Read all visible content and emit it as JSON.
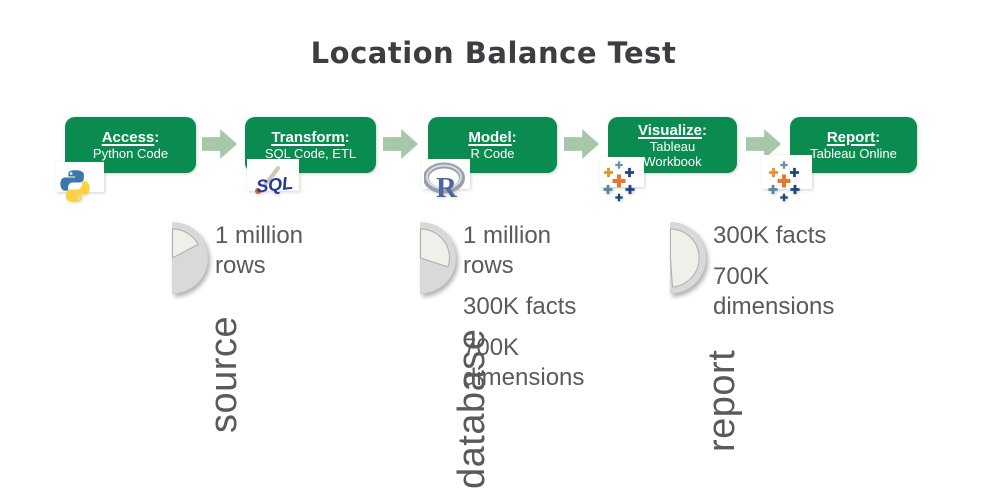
{
  "title": "Location Balance Test",
  "pipeline": {
    "colon": ":",
    "steps": [
      {
        "label": "Access",
        "sub": "Python Code",
        "icon": "python-icon"
      },
      {
        "label": "Transform",
        "sub": "SQL Code, ETL",
        "icon": "sql-icon"
      },
      {
        "label": "Model",
        "sub": "R Code",
        "icon": "r-logo-icon"
      },
      {
        "label": "Visualize",
        "sub": "Tableau\nWorkbook",
        "icon": "tableau-icon"
      },
      {
        "label": "Report",
        "sub": "Tableau Online",
        "icon": "tableau-icon"
      }
    ]
  },
  "stages": [
    {
      "label": "source",
      "gauge_degrees": 62,
      "items": [
        "1 million\nrows"
      ]
    },
    {
      "label": "database",
      "gauge_degrees": 108,
      "items": [
        "1 million\nrows",
        "300K facts",
        "700K\ndimensions"
      ]
    },
    {
      "label": "report",
      "gauge_degrees": 176,
      "items": [
        "300K facts",
        "700K\ndimensions"
      ]
    }
  ],
  "colors": {
    "box_green": "#0a8c50",
    "arrow_green": "#a7c8a8",
    "title_text": "#3d3d42",
    "body_text": "#5a5a5a",
    "gauge_fill": "#d9d9d9",
    "gauge_slice": "#f1efe9"
  }
}
